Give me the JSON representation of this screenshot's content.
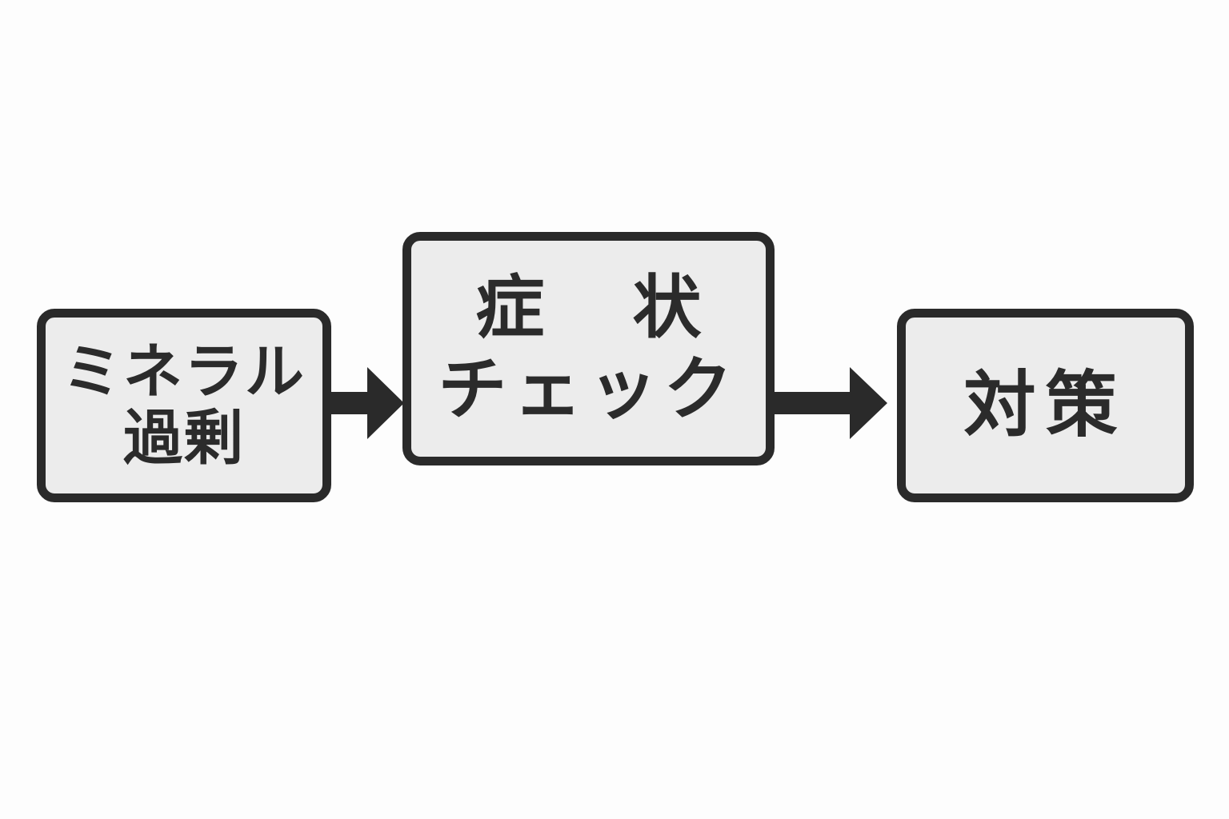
{
  "flow": {
    "steps": [
      {
        "lines": [
          "ミネラル",
          "過剰"
        ]
      },
      {
        "lines": [
          "症 状",
          "チェック"
        ]
      },
      {
        "lines": [
          "対策"
        ]
      }
    ]
  },
  "colors": {
    "background": "#fdfdfd",
    "box_fill": "#ececec",
    "box_border": "#2a2a2a",
    "text": "#2b2b2b",
    "arrow": "#2a2a2a"
  }
}
